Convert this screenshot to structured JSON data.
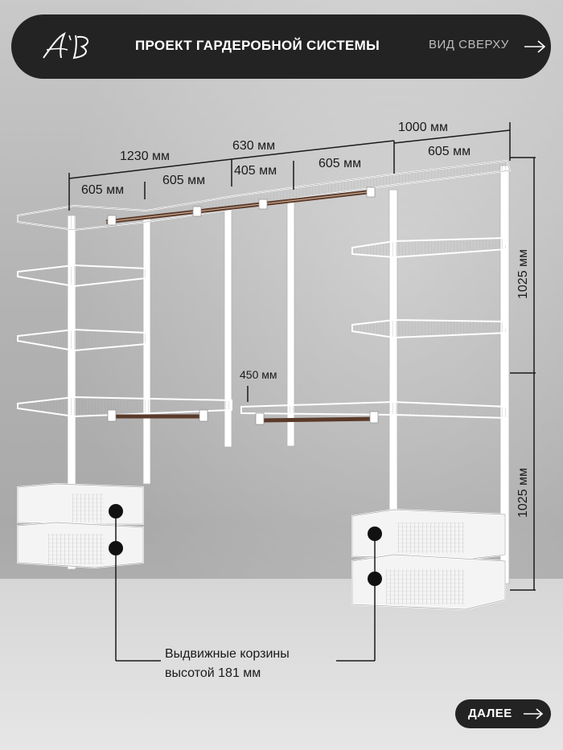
{
  "header": {
    "logo_text": "A'B",
    "title": "ПРОЕКТ ГАРДЕРОБНОЙ СИСТЕМЫ",
    "view_link": "ВИД СВЕРХУ",
    "view_icon": "arrow-right-icon"
  },
  "dimensions": {
    "top_right": "1000 мм",
    "top_left": "1230 мм",
    "top_mid": "630 мм",
    "left_a": "605 мм",
    "left_b": "605 мм",
    "mid_a": "405 мм",
    "right_a": "605 мм",
    "right_b": "605 мм",
    "rail": "450 мм",
    "height_top": "1025 мм",
    "height_bottom": "1025 мм"
  },
  "note": {
    "line1": "Выдвижные корзины",
    "line2": "высотой 181 мм"
  },
  "footer": {
    "next_label": "ДАЛЕЕ",
    "next_icon": "arrow-right-icon"
  },
  "colors": {
    "header_bg": "#232323",
    "metal": "#ffffff",
    "rail": "#5a3a2a",
    "line": "#1a1a1a"
  }
}
